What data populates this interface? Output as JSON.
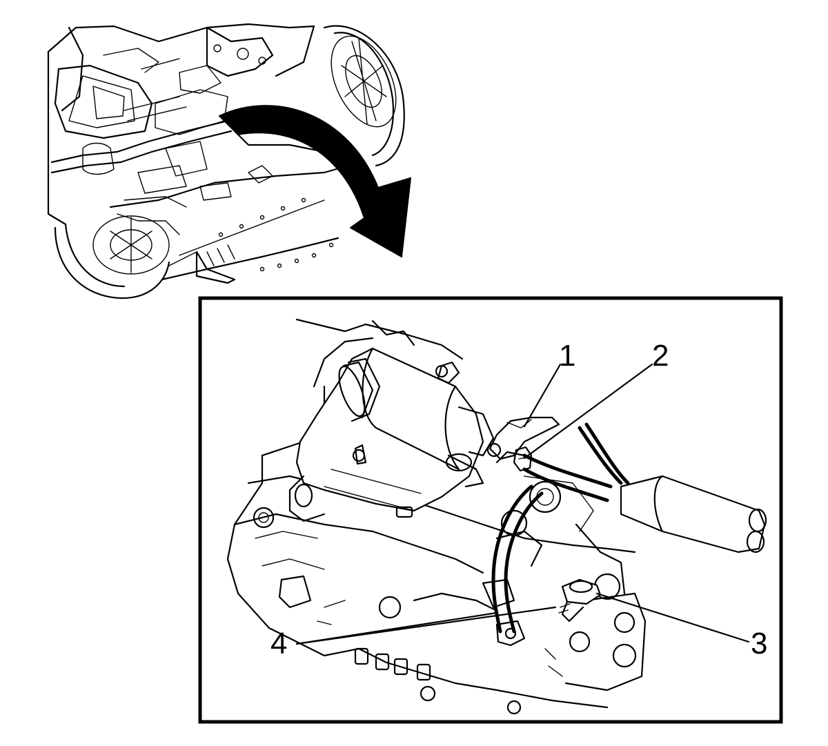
{
  "callouts": [
    {
      "id": "1",
      "label": "1"
    },
    {
      "id": "2",
      "label": "2"
    },
    {
      "id": "3",
      "label": "3"
    },
    {
      "id": "4",
      "label": "4"
    }
  ],
  "colors": {
    "ink": "#000000",
    "paper": "#ffffff"
  },
  "icons": {
    "direction": "curved-arrow-icon"
  }
}
